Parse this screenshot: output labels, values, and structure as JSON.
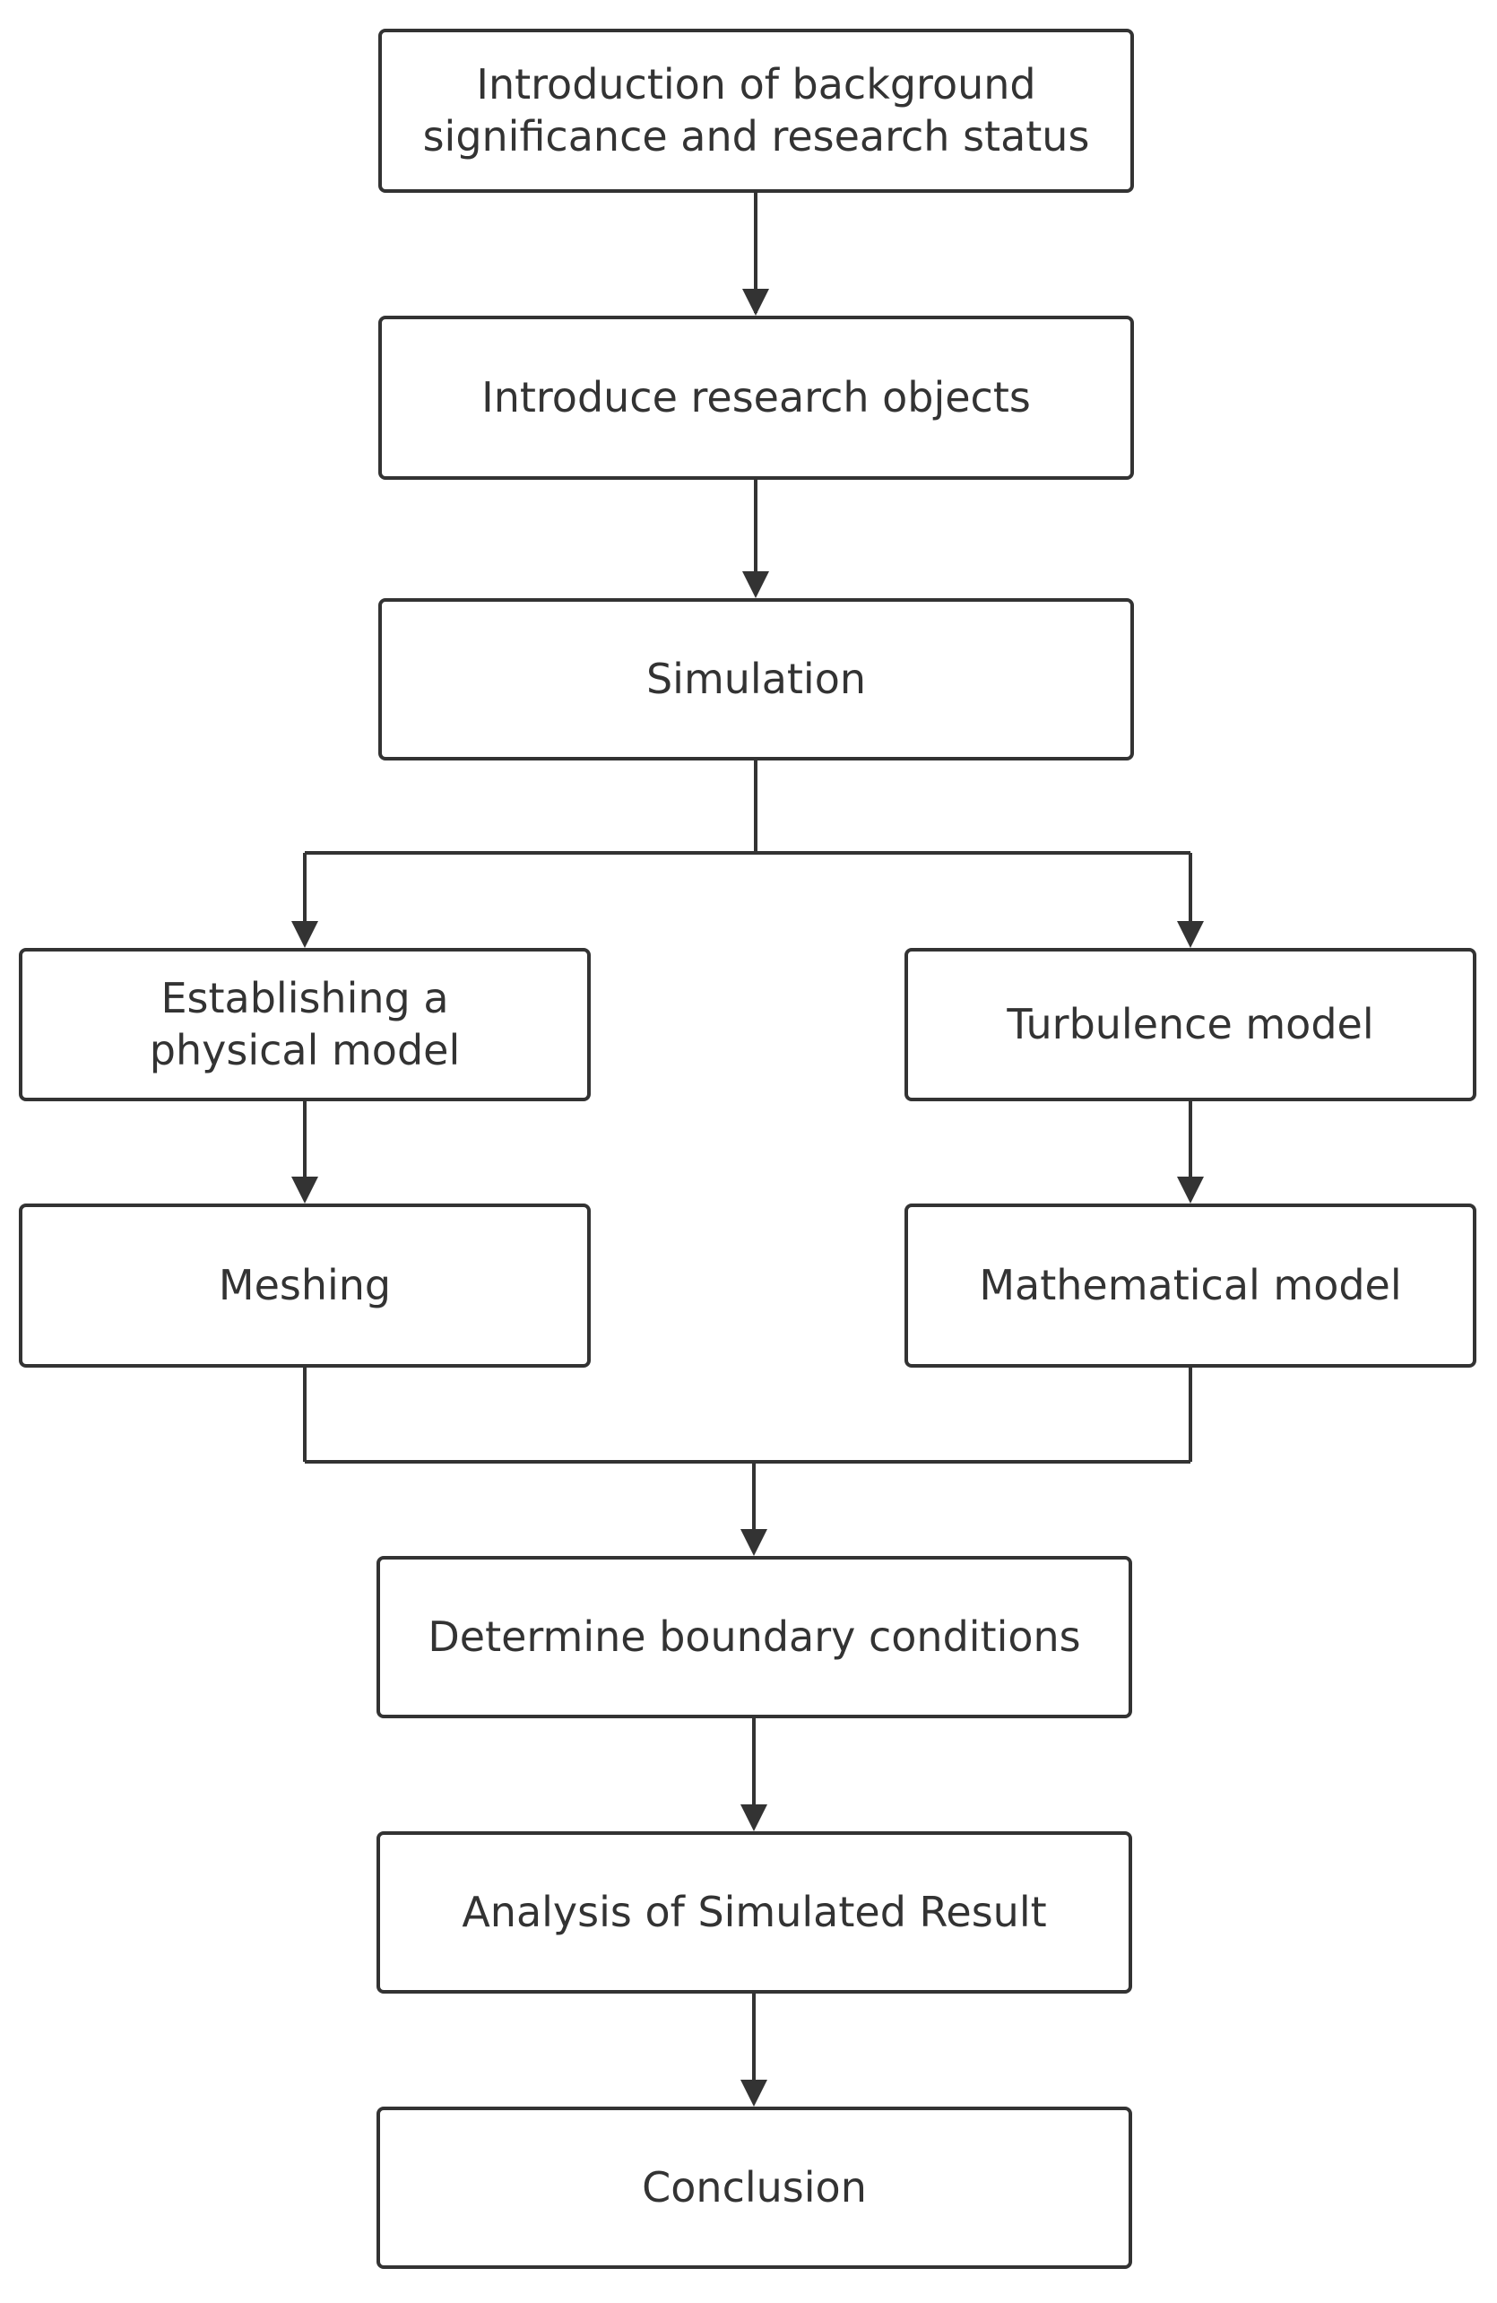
{
  "colors": {
    "stroke": "#333333",
    "box_fill": "#ffffff",
    "text": "#333333",
    "background": "#ffffff"
  },
  "nodes": {
    "intro_background": {
      "lines": [
        "Introduction of background",
        "significance and research status"
      ]
    },
    "research_objects": {
      "label": "Introduce research objects"
    },
    "simulation": {
      "label": "Simulation"
    },
    "physical_model": {
      "lines": [
        "Establishing a",
        "physical model"
      ]
    },
    "turbulence_model": {
      "label": "Turbulence model"
    },
    "meshing": {
      "label": "Meshing"
    },
    "mathematical_model": {
      "label": "Mathematical model"
    },
    "boundary_conditions": {
      "label": "Determine boundary conditions"
    },
    "analysis": {
      "label": "Analysis of Simulated Result"
    },
    "conclusion": {
      "label": "Conclusion"
    }
  }
}
